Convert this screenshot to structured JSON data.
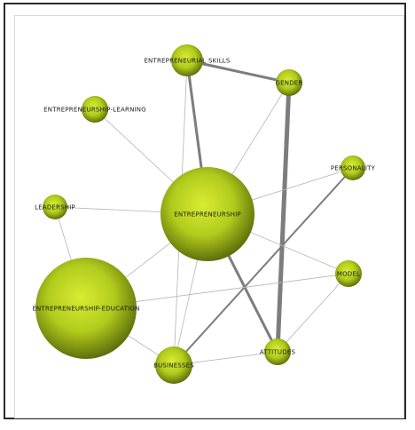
{
  "diagram": {
    "colors": {
      "node_light": "#d8ec33",
      "node_mid": "#b2cb1c",
      "node_dark": "#5e700b",
      "edge": "#8a8a8a",
      "frame": "#2b2b2b"
    },
    "nodes": [
      {
        "id": "entrepreneurship",
        "label": "ENTREPRENEURSHIP"
      },
      {
        "id": "entrepreneurship-education",
        "label": "ENTREPRENEURSHIP-EDUCATION"
      },
      {
        "id": "entrepreneurial-skills",
        "label": "ENTREPRENEURIAL SKILLS"
      },
      {
        "id": "gender",
        "label": "GENDER"
      },
      {
        "id": "entrepreneurship-learning",
        "label": "ENTREPRENEURSHIP-LEARNING"
      },
      {
        "id": "personality",
        "label": "PERSONALITY"
      },
      {
        "id": "leadership",
        "label": "LEADERSHIP"
      },
      {
        "id": "model",
        "label": "MODEL"
      },
      {
        "id": "businesses",
        "label": "BUSINESSES"
      },
      {
        "id": "attitudes",
        "label": "ATTITUDES"
      }
    ],
    "edges": [
      {
        "from": "entrepreneurial-skills",
        "to": "gender",
        "weight": 3
      },
      {
        "from": "gender",
        "to": "attitudes",
        "weight": 6
      },
      {
        "from": "entrepreneurial-skills",
        "to": "entrepreneurship",
        "weight": 3
      },
      {
        "from": "entrepreneurial-skills",
        "to": "businesses",
        "weight": 1
      },
      {
        "from": "gender",
        "to": "entrepreneurship",
        "weight": 1
      },
      {
        "from": "entrepreneurship-learning",
        "to": "entrepreneurship",
        "weight": 1
      },
      {
        "from": "leadership",
        "to": "entrepreneurship",
        "weight": 1
      },
      {
        "from": "leadership",
        "to": "entrepreneurship-education",
        "weight": 1
      },
      {
        "from": "personality",
        "to": "entrepreneurship",
        "weight": 1
      },
      {
        "from": "personality",
        "to": "businesses",
        "weight": 2
      },
      {
        "from": "entrepreneurship",
        "to": "entrepreneurship-education",
        "weight": 1
      },
      {
        "from": "entrepreneurship",
        "to": "businesses",
        "weight": 1
      },
      {
        "from": "entrepreneurship",
        "to": "attitudes",
        "weight": 3
      },
      {
        "from": "entrepreneurship",
        "to": "model",
        "weight": 1
      },
      {
        "from": "entrepreneurship-education",
        "to": "model",
        "weight": 1
      },
      {
        "from": "entrepreneurship-education",
        "to": "businesses",
        "weight": 1
      },
      {
        "from": "businesses",
        "to": "attitudes",
        "weight": 1
      },
      {
        "from": "attitudes",
        "to": "model",
        "weight": 1
      }
    ]
  }
}
